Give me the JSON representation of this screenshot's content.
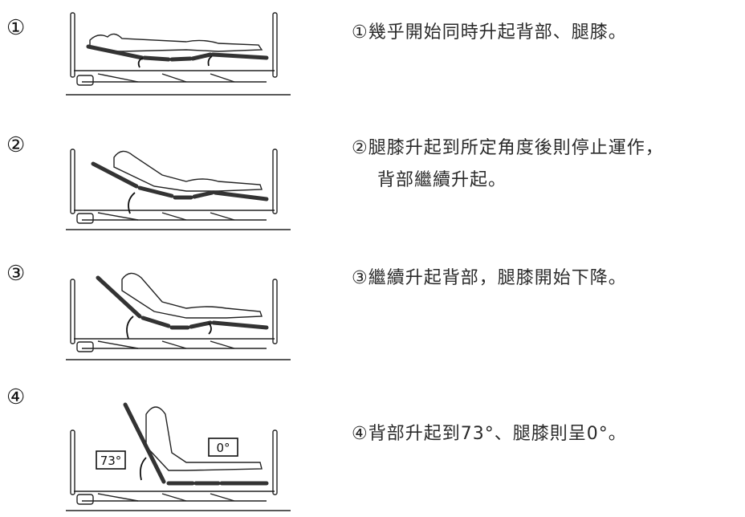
{
  "steps": [
    {
      "marker": "①",
      "text": "①幾乎開始同時升起背部、腿膝。"
    },
    {
      "marker": "②",
      "text": "②腿膝升起到所定角度後則停止運作，",
      "text2": "背部繼續升起。"
    },
    {
      "marker": "③",
      "text": "③繼續升起背部，腿膝開始下降。"
    },
    {
      "marker": "④",
      "text": "④背部升起到73°、腿膝則呈0°。",
      "back_label": "73°",
      "knee_label": "0°"
    }
  ]
}
